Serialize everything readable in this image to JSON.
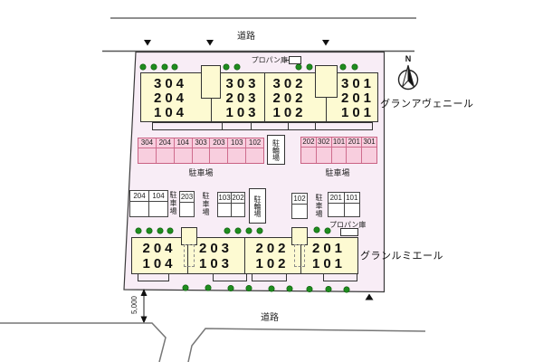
{
  "labels": {
    "road_top": "道路",
    "road_bottom": "道路",
    "parking": "駐車場",
    "bicycle": "駐輪場",
    "propane": "プロパン庫",
    "dimension": "5,000",
    "north": "N"
  },
  "buildings": {
    "top": {
      "name": "グランアヴェニール",
      "units": [
        {
          "rooms": [
            "304",
            "204",
            "104"
          ]
        },
        {
          "rooms": [
            "303",
            "203",
            "103"
          ]
        },
        {
          "rooms": [
            "302",
            "202",
            "102"
          ]
        },
        {
          "rooms": [
            "301",
            "201",
            "101"
          ]
        }
      ]
    },
    "bottom": {
      "name": "グランルミエール",
      "units": [
        {
          "rooms": [
            "204",
            "104"
          ]
        },
        {
          "rooms": [
            "203",
            "103"
          ]
        },
        {
          "rooms": [
            "202",
            "102"
          ]
        },
        {
          "rooms": [
            "201",
            "101"
          ]
        }
      ]
    }
  },
  "parking": {
    "row1_left": [
      "304",
      "204",
      "104",
      "303",
      "203",
      "103",
      "102"
    ],
    "row1_right": [
      "202",
      "302",
      "101",
      "201",
      "301"
    ],
    "row2_a": [
      "204",
      "104"
    ],
    "row2_b": "203",
    "row2_c": [
      "103",
      "202"
    ],
    "row2_d": "102",
    "row2_e": [
      "201",
      "101"
    ]
  }
}
